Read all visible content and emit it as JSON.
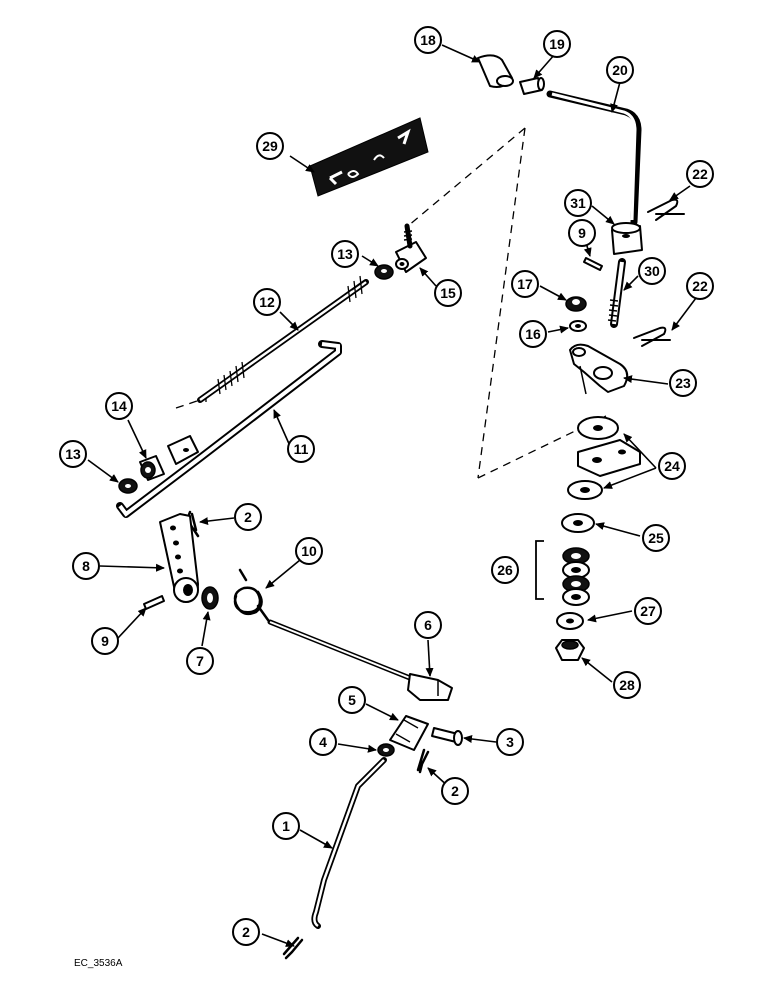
{
  "diagram": {
    "reference_code": "EC_3536A",
    "callouts": [
      "18",
      "19",
      "20",
      "29",
      "22",
      "31",
      "9",
      "13",
      "15",
      "17",
      "30",
      "22",
      "16",
      "23",
      "12",
      "14",
      "11",
      "13",
      "24",
      "2",
      "25",
      "26",
      "8",
      "10",
      "6",
      "9",
      "7",
      "27",
      "28",
      "5",
      "3",
      "4",
      "2",
      "1",
      "2"
    ]
  }
}
